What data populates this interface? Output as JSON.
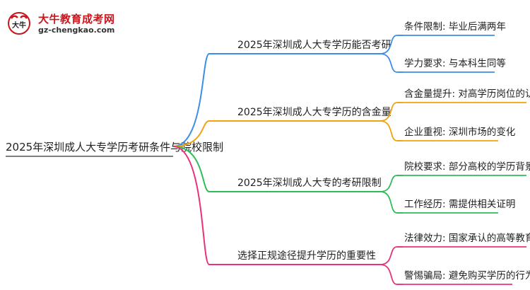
{
  "logo": {
    "title": "大牛教育成考网",
    "url": "gz-chengkao.com",
    "mark_text": "大牛"
  },
  "colors": {
    "root_line": "#555555",
    "branch_blue": "#3b8ee8",
    "branch_orange": "#f2a20c",
    "branch_green": "#2ebd59",
    "branch_pink": "#e8327a"
  },
  "mindmap": {
    "root": "2025年深圳成人大专学历考研条件与院校限制",
    "branches": [
      {
        "label": "2025年深圳成人大专学历能否考研",
        "color": "#3b8ee8",
        "children": [
          "条件限制: 毕业后满两年",
          "学力要求: 与本科生同等"
        ]
      },
      {
        "label": "2025年深圳成人大专学历的含金量",
        "color": "#f2a20c",
        "children": [
          "含金量提升: 对高学历岗位的认可",
          "企业重视: 深圳市场的变化"
        ]
      },
      {
        "label": "2025年深圳成人大专的考研限制",
        "color": "#2ebd59",
        "children": [
          "院校要求: 部分高校的学历背景限制",
          "工作经历: 需提供相关证明"
        ]
      },
      {
        "label": "选择正规途径提升学历的重要性",
        "color": "#e8327a",
        "children": [
          "法律效力: 国家承认的高等教育学历",
          "警惕骗局: 避免购买学历的行为"
        ]
      }
    ]
  }
}
